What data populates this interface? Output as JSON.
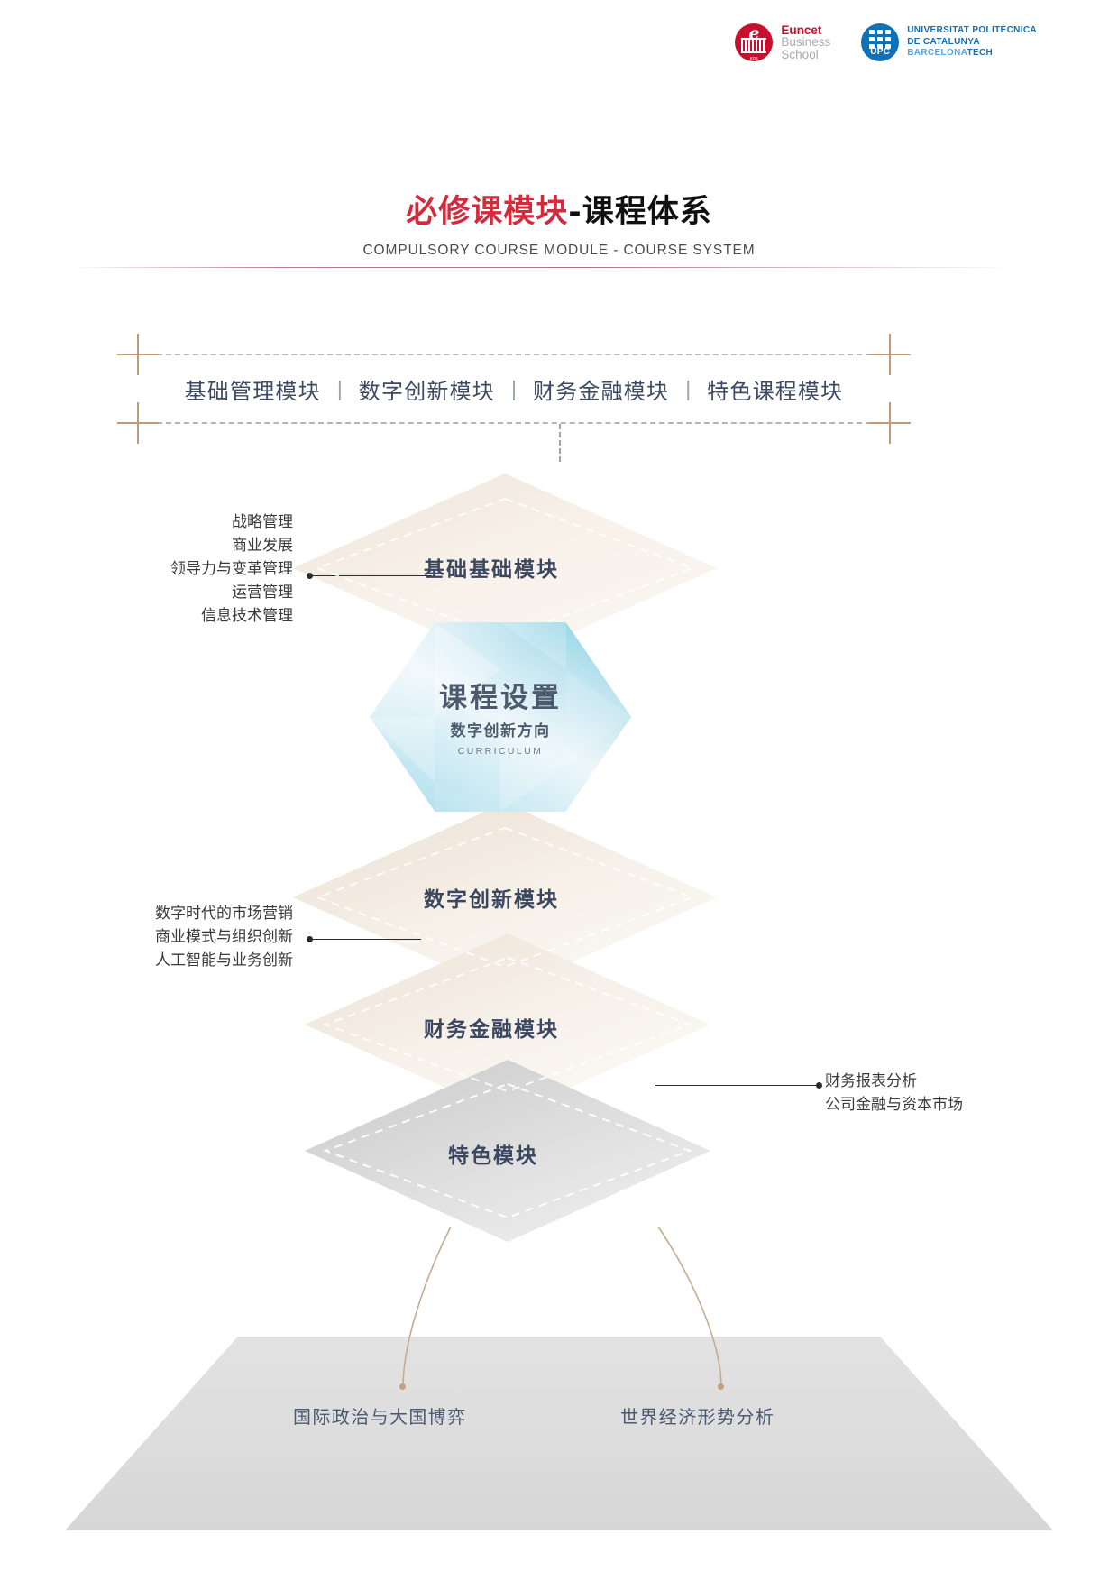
{
  "header": {
    "logos": [
      {
        "name": "euncet-business-school",
        "mark_letter": "e",
        "mark_sub": "eps",
        "lines": [
          "Euncet",
          "Business",
          "School"
        ],
        "color": "#c8102e"
      },
      {
        "name": "upc-universitat-politecnica-de-catalunya",
        "mark_word": "UPC",
        "lines": [
          "UNIVERSITAT POLITÈCNICA",
          "DE CATALUNYA",
          "BARCELONATECH"
        ],
        "line3_light": "BARCELONA",
        "line3_bold": "TECH",
        "color": "#1271b5"
      }
    ]
  },
  "title": {
    "cn_red": "必修课模块",
    "cn_dark": "-课程体系",
    "en": "COMPULSORY COURSE MODULE - COURSE SYSTEM",
    "accent_red": "#d12b3c",
    "rule_color": "#a75b78"
  },
  "module_bar": {
    "items": [
      "基础管理模块",
      "数字创新模块",
      "财务金融模块",
      "特色课程模块"
    ],
    "separator": "|",
    "text_color": "#3e4a63",
    "corner_color": "#c19a7b",
    "dash_color": "#6c7a93"
  },
  "center": {
    "title": "课程设置",
    "subtitle": "数字创新方向",
    "english": "CURRICULUM",
    "fill_color": "#9fdcec"
  },
  "layers": [
    {
      "id": "foundation",
      "label": "基础基础模块",
      "fill": "#efe4d8",
      "courses_side": "left",
      "courses": [
        "战略管理",
        "商业发展",
        "领导力与变革管理",
        "运营管理",
        "信息技术管理"
      ]
    },
    {
      "id": "digital-innovation",
      "label": "数字创新模块",
      "fill": "#eadfd2",
      "courses_side": "left",
      "courses": [
        "数字时代的市场营销",
        "商业模式与组织创新",
        "人工智能与业务创新"
      ]
    },
    {
      "id": "finance",
      "label": "财务金融模块",
      "fill": "#ece1d4",
      "courses_side": "right",
      "courses": [
        "财务报表分析",
        "公司金融与资本市场"
      ]
    },
    {
      "id": "featured",
      "label": "特色模块",
      "fill": "#c9c9c9",
      "courses_side": "base",
      "courses": []
    }
  ],
  "base": {
    "items": [
      "国际政治与大国博弈",
      "世界经济形势分析"
    ],
    "text_color": "#4b5a72",
    "fill": "#dcdcdc",
    "connector_color": "#c1a183"
  }
}
